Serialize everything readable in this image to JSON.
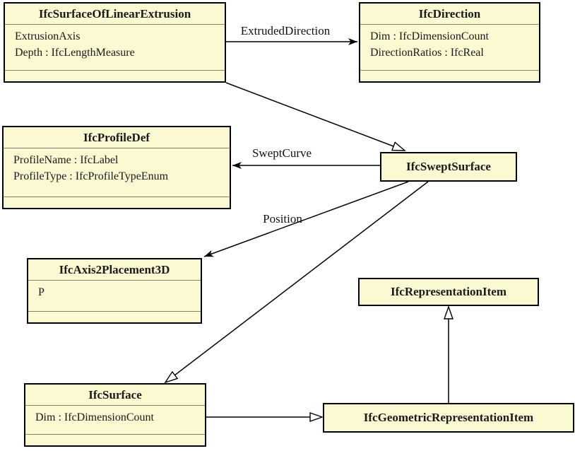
{
  "diagram": {
    "title": "IFC swept surface UML class diagram",
    "colors": {
      "box_fill": "#FBF9D2",
      "box_border": "#000000",
      "separator": "#85856B",
      "line": "#000000"
    },
    "classes": [
      {
        "name": "IfcSurfaceOfLinearExtrusion",
        "attributes": [
          "ExtrusionAxis",
          "Depth : IfcLengthMeasure"
        ]
      },
      {
        "name": "IfcDirection",
        "attributes": [
          "Dim : IfcDimensionCount",
          "DirectionRatios : IfcReal"
        ]
      },
      {
        "name": "IfcProfileDef",
        "attributes": [
          "ProfileName : IfcLabel",
          "ProfileType : IfcProfileTypeEnum"
        ]
      },
      {
        "name": "IfcSweptSurface",
        "attributes": []
      },
      {
        "name": "IfcAxis2Placement3D",
        "attributes": [
          "P"
        ]
      },
      {
        "name": "IfcRepresentationItem",
        "attributes": []
      },
      {
        "name": "IfcSurface",
        "attributes": [
          "Dim : IfcDimensionCount"
        ]
      },
      {
        "name": "IfcGeometricRepresentationItem",
        "attributes": []
      }
    ],
    "associations": [
      {
        "label": "ExtrudedDirection",
        "from": "IfcSurfaceOfLinearExtrusion",
        "to": "IfcDirection",
        "kind": "association"
      },
      {
        "label": "SweptCurve",
        "from": "IfcSweptSurface",
        "to": "IfcProfileDef",
        "kind": "association"
      },
      {
        "label": "Position",
        "from": "IfcSweptSurface",
        "to": "IfcAxis2Placement3D",
        "kind": "association"
      },
      {
        "label": "",
        "from": "IfcSurfaceOfLinearExtrusion",
        "to": "IfcSweptSurface",
        "kind": "generalization"
      },
      {
        "label": "",
        "from": "IfcSweptSurface",
        "to": "IfcSurface",
        "kind": "generalization"
      },
      {
        "label": "",
        "from": "IfcSurface",
        "to": "IfcGeometricRepresentationItem",
        "kind": "generalization"
      },
      {
        "label": "",
        "from": "IfcGeometricRepresentationItem",
        "to": "IfcRepresentationItem",
        "kind": "generalization"
      }
    ]
  }
}
